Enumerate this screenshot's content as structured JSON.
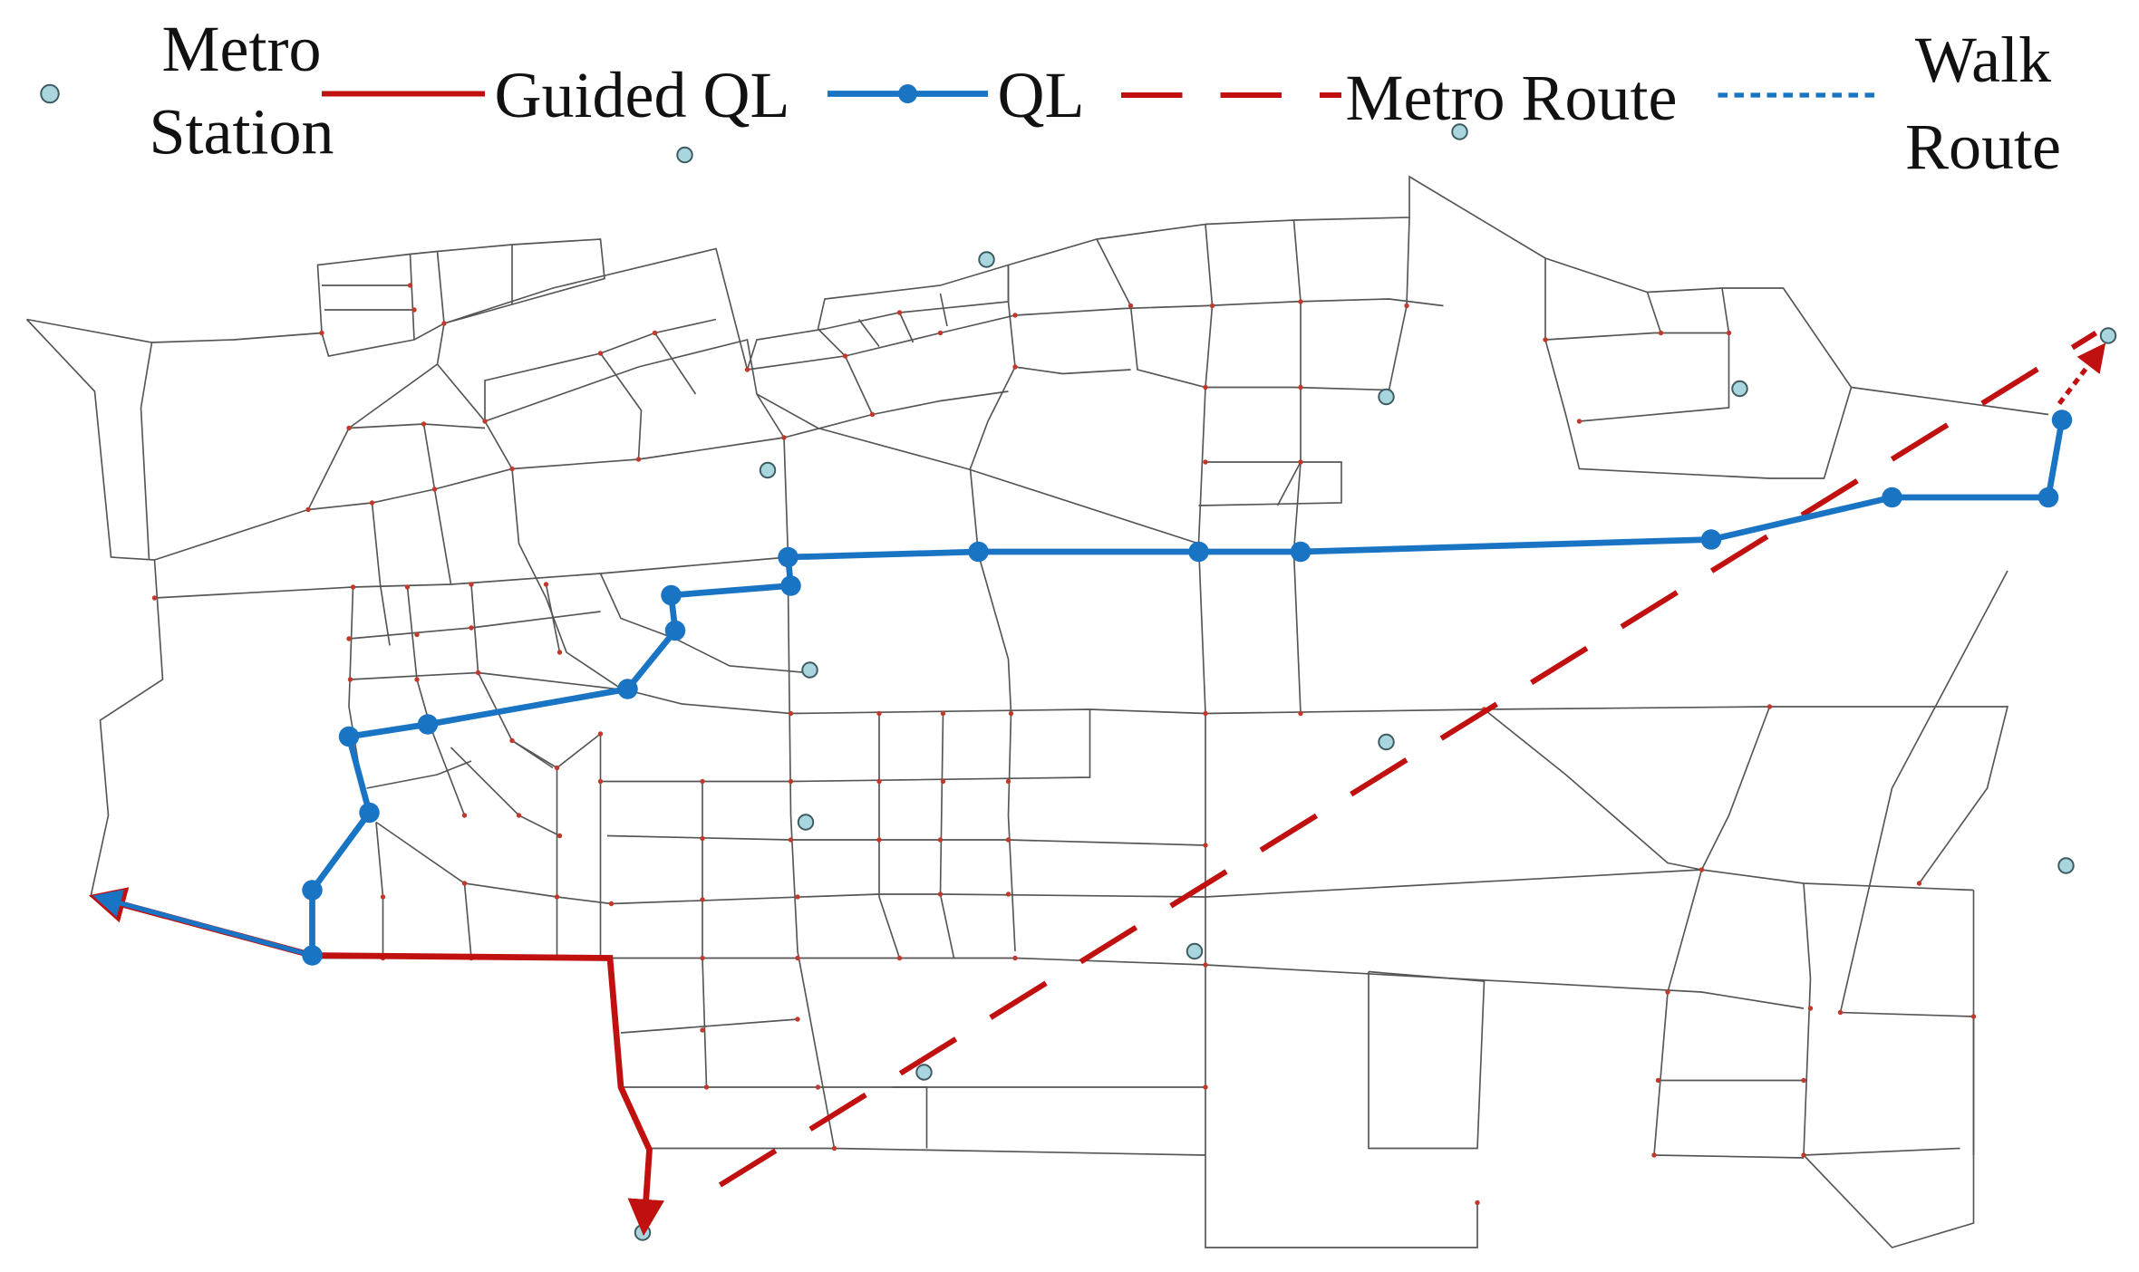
{
  "legend": {
    "metro_station": {
      "line1": "Metro",
      "line2": "Station"
    },
    "guided_ql": "Guided QL",
    "ql": "QL",
    "metro_route": "Metro Route",
    "walk_route": {
      "line1": "Walk",
      "line2": "Route"
    }
  },
  "colors": {
    "road": "#555555",
    "node": "#c0392b",
    "station_fill": "#a9d6de",
    "station_stroke": "#3d5a60",
    "guided_ql": "#c0100f",
    "ql": "#1a74c4",
    "metro_route": "#c0100f",
    "walk_route": "#1a74c4"
  }
}
